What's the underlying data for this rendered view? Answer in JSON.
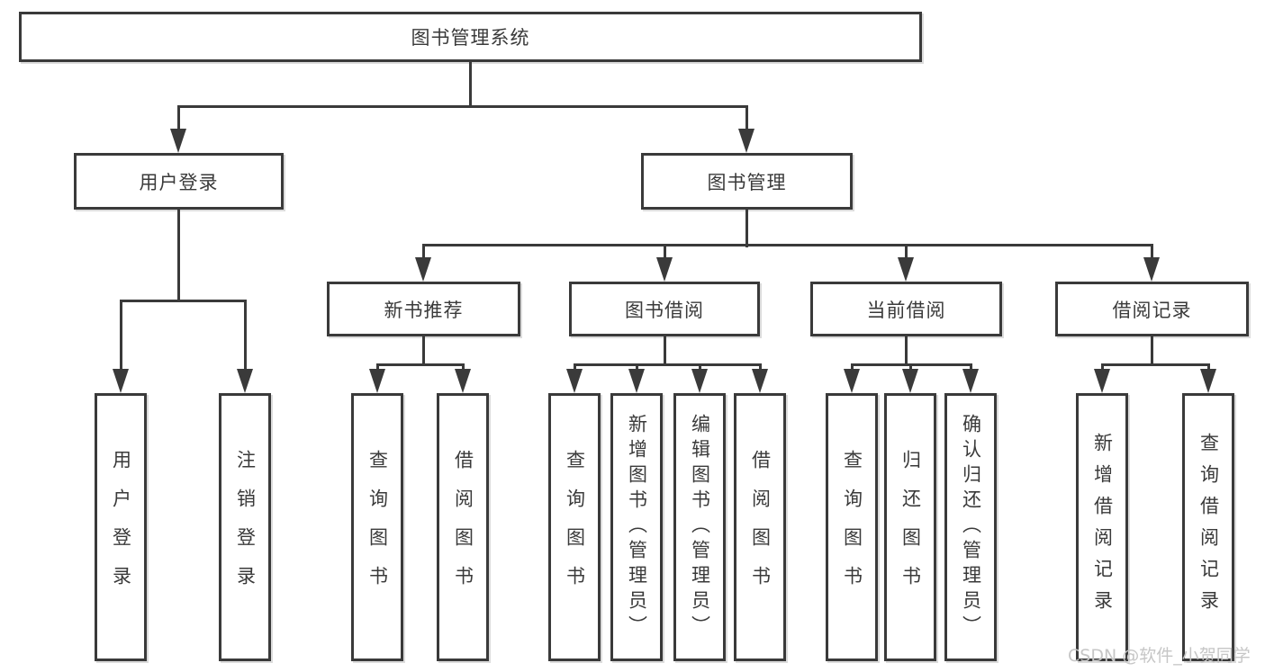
{
  "colors": {
    "ink": "#3a3a3a",
    "background": "#ffffff",
    "watermark": "#c6c6c6"
  },
  "tree": {
    "root": "图书管理系统",
    "branches": [
      {
        "label": "用户登录",
        "children": [
          "用户登录",
          "注销登录"
        ]
      },
      {
        "label": "图书管理",
        "groups": [
          {
            "label": "新书推荐",
            "children": [
              "查询图书",
              "借阅图书"
            ]
          },
          {
            "label": "图书借阅",
            "children": [
              "查询图书",
              "新增图书（管理员）",
              "编辑图书（管理员）",
              "借阅图书"
            ]
          },
          {
            "label": "当前借阅",
            "children": [
              "查询图书",
              "归还图书",
              "确认归还（管理员）"
            ]
          },
          {
            "label": "借阅记录",
            "children": [
              "新增借阅记录",
              "查询借阅记录"
            ]
          }
        ]
      }
    ]
  },
  "watermark": "CSDN @软件_小贺同学"
}
